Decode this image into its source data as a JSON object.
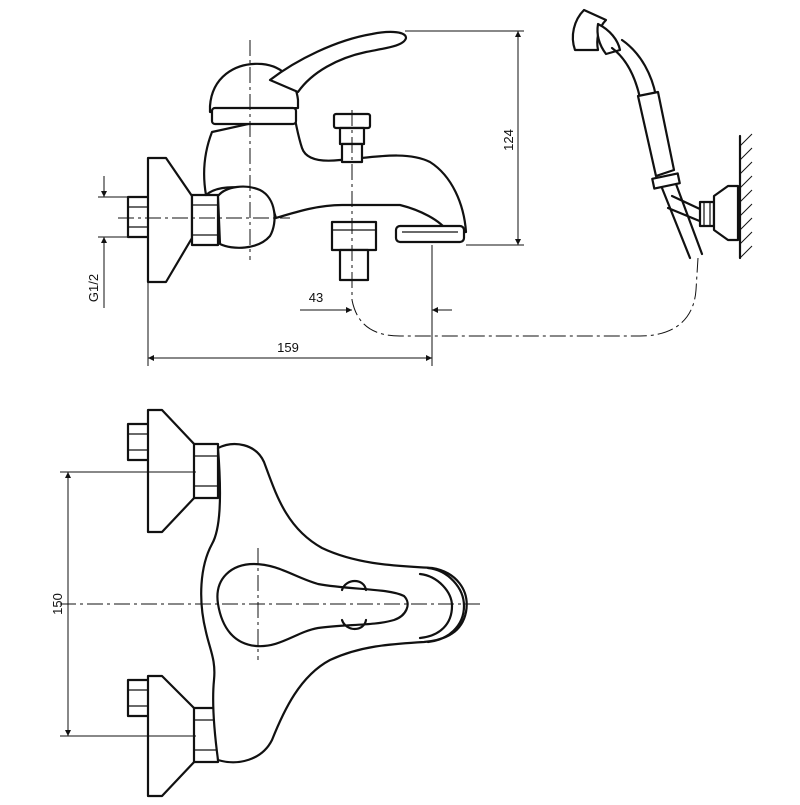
{
  "dimensions": {
    "height": "124",
    "spout_offset": "43",
    "length": "159",
    "thread": "G1/2",
    "center_distance": "150"
  },
  "colors": {
    "line": "#111111",
    "background": "#ffffff"
  }
}
